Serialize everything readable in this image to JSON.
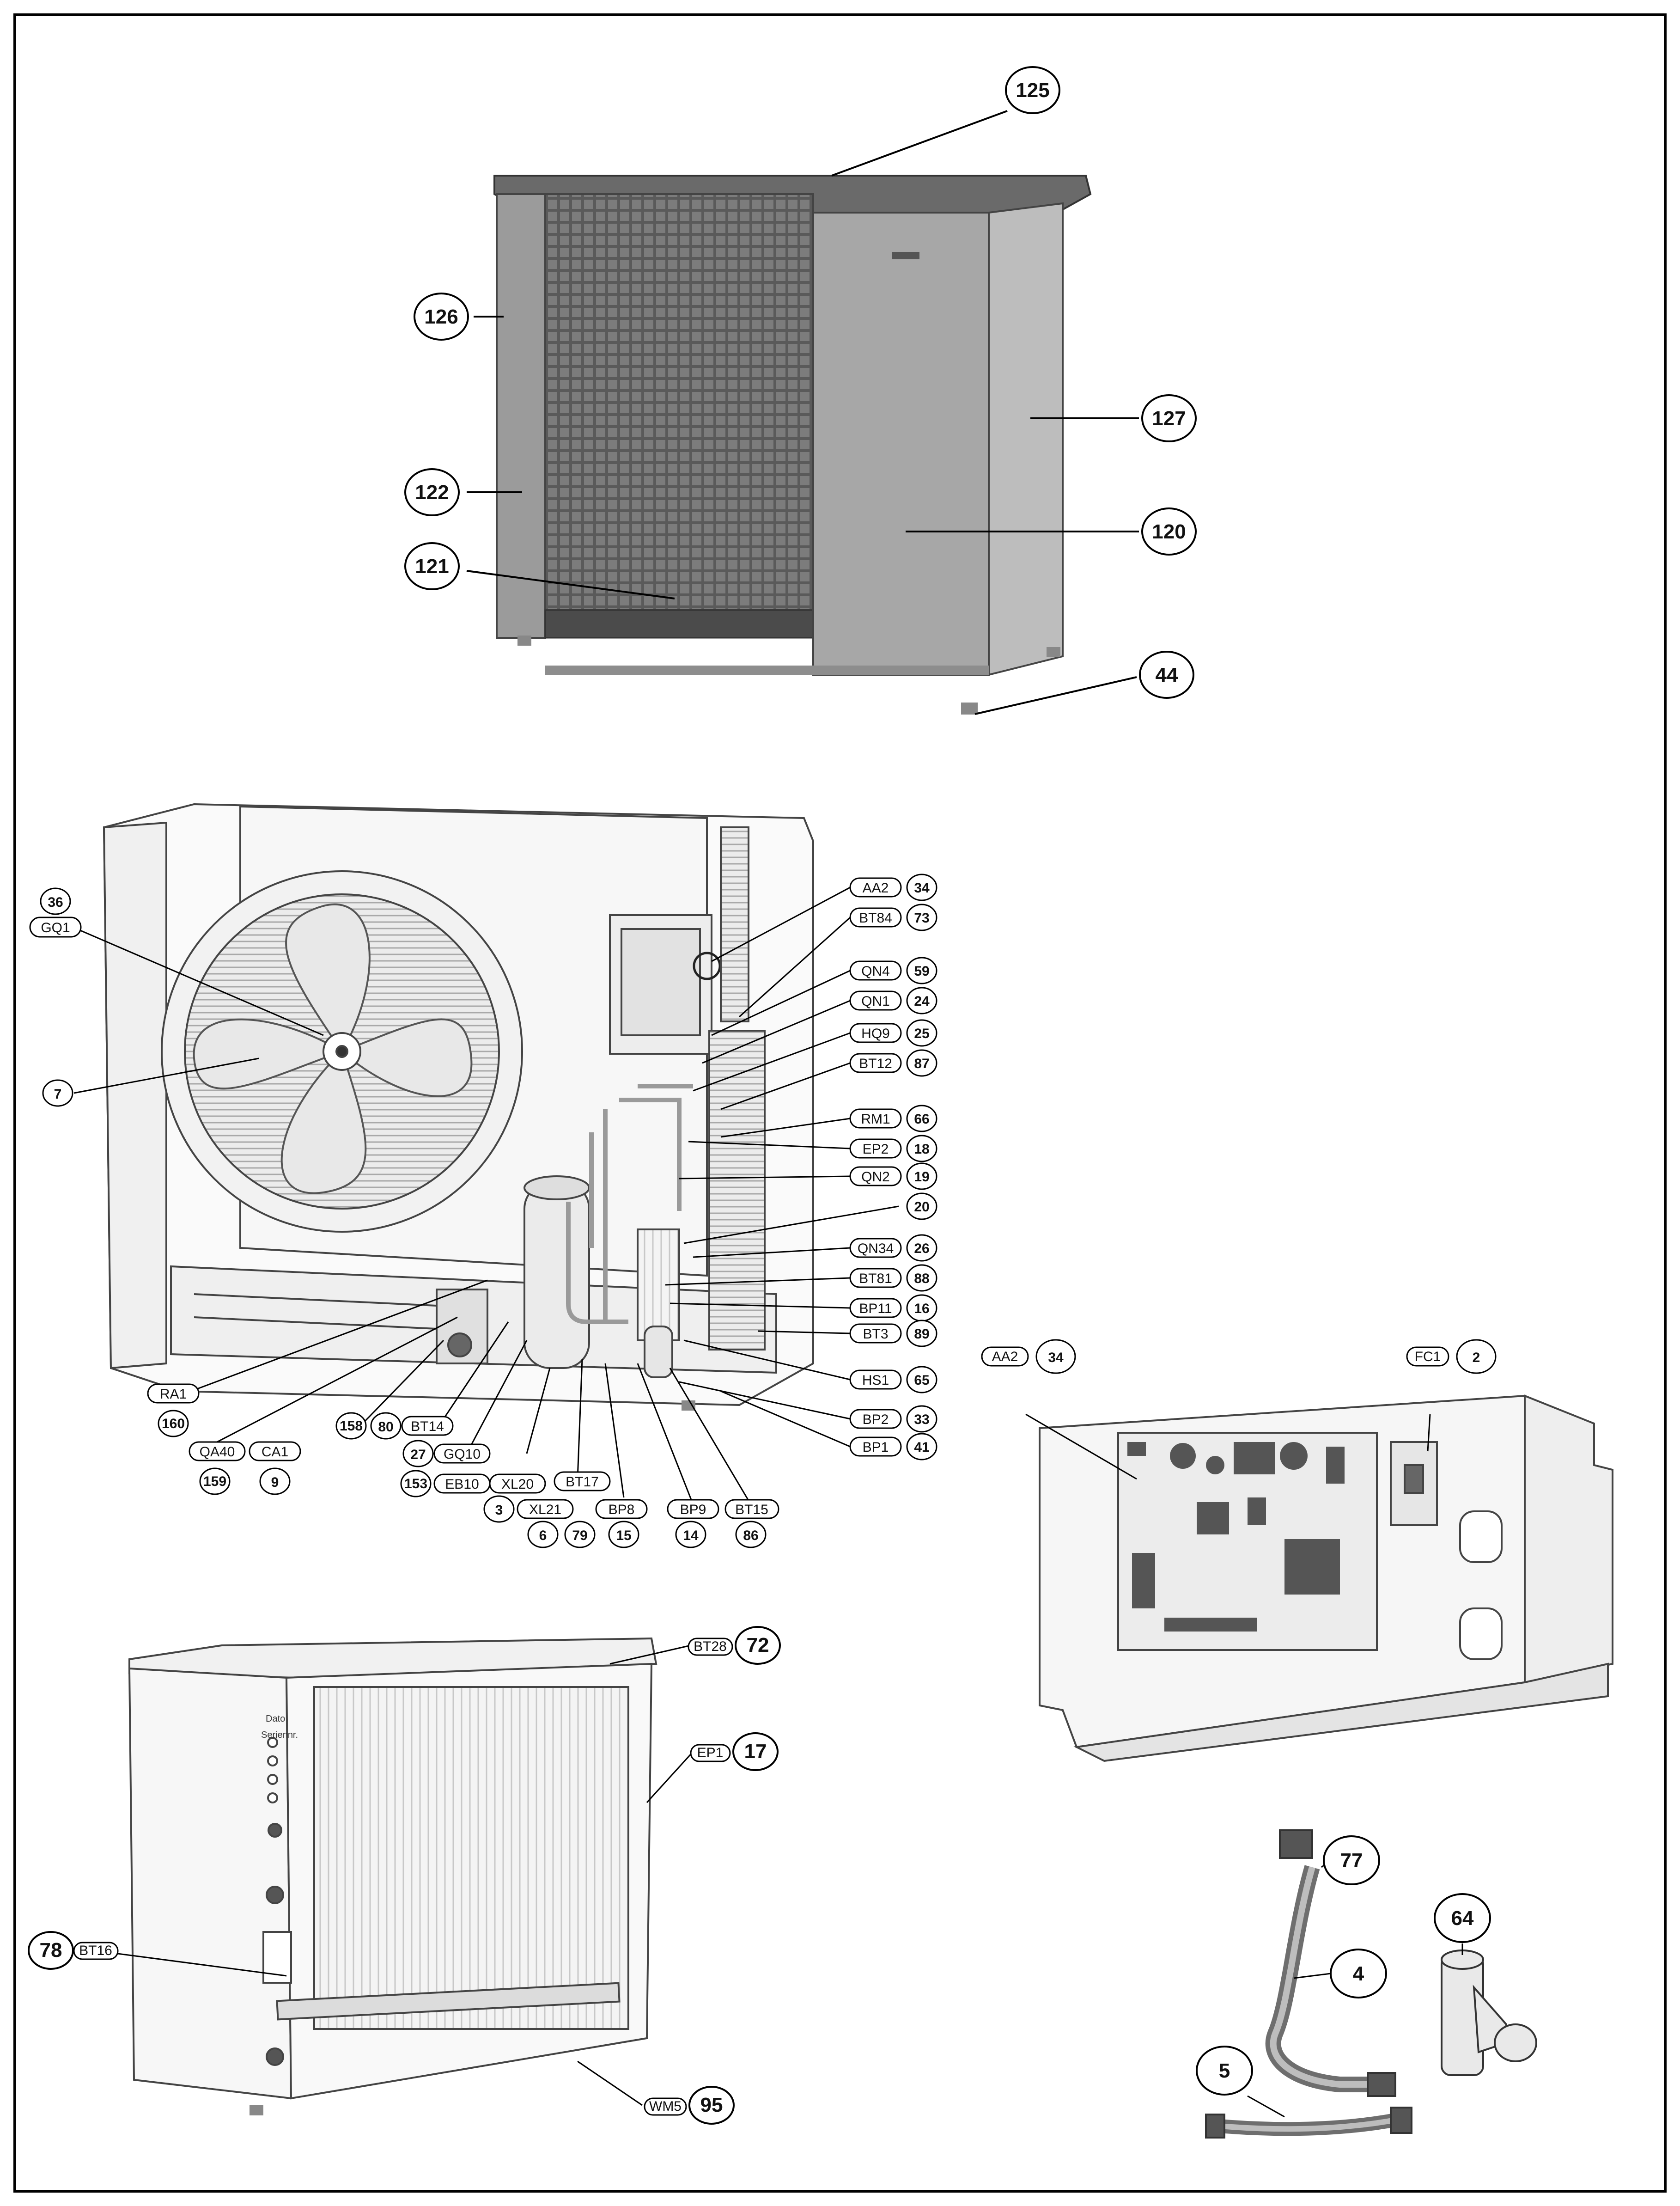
{
  "outdoor_unit": {
    "callouts": [
      "125",
      "126",
      "127",
      "122",
      "120",
      "121",
      "44"
    ]
  },
  "internal_view": {
    "left_callouts": [
      {
        "num": "36",
        "tag": ""
      },
      {
        "num": "",
        "tag": "GQ1"
      },
      {
        "num": "7",
        "tag": ""
      }
    ],
    "right_callouts": [
      {
        "tag": "AA2",
        "num": "34"
      },
      {
        "tag": "BT84",
        "num": "73"
      },
      {
        "tag": "QN4",
        "num": "59"
      },
      {
        "tag": "QN1",
        "num": "24"
      },
      {
        "tag": "HQ9",
        "num": "25"
      },
      {
        "tag": "BT12",
        "num": "87"
      },
      {
        "tag": "RM1",
        "num": "66"
      },
      {
        "tag": "EP2",
        "num": "18"
      },
      {
        "tag": "QN2",
        "num": "19"
      },
      {
        "tag": "",
        "num": "20"
      },
      {
        "tag": "QN34",
        "num": "26"
      },
      {
        "tag": "BT81",
        "num": "88"
      },
      {
        "tag": "BP11",
        "num": "16"
      },
      {
        "tag": "BT3",
        "num": "89"
      },
      {
        "tag": "HS1",
        "num": "65"
      },
      {
        "tag": "BP2",
        "num": "33"
      },
      {
        "tag": "BP1",
        "num": "41"
      }
    ],
    "bottom_callouts": [
      {
        "tag": "RA1",
        "num": "160"
      },
      {
        "tag": "QA40",
        "num": "159"
      },
      {
        "tag": "CA1",
        "num": "9"
      },
      {
        "tag": "",
        "num": "158"
      },
      {
        "tag": "BT14",
        "num": "80"
      },
      {
        "tag": "GQ10",
        "num": "27"
      },
      {
        "tag": "EB10",
        "num": "153"
      },
      {
        "tag": "XL20",
        "num": "3"
      },
      {
        "tag": "XL21",
        "num": "6"
      },
      {
        "tag": "BT17",
        "num": "79"
      },
      {
        "tag": "BP8",
        "num": "15"
      },
      {
        "tag": "BP9",
        "num": "14"
      },
      {
        "tag": "BT15",
        "num": "86"
      }
    ]
  },
  "control_box": {
    "callouts": [
      {
        "tag": "AA2",
        "num": "34"
      },
      {
        "tag": "FC1",
        "num": "2"
      }
    ]
  },
  "rear_view": {
    "callouts": [
      {
        "tag": "BT28",
        "num": "72"
      },
      {
        "tag": "EP1",
        "num": "17"
      },
      {
        "tag": "BT16",
        "num": "78"
      },
      {
        "tag": "WM5",
        "num": "95"
      }
    ],
    "panel_label_1": "Dato",
    "panel_label_2": "Seriennr."
  },
  "accessories": {
    "callouts": [
      "77",
      "4",
      "5",
      "64"
    ]
  }
}
